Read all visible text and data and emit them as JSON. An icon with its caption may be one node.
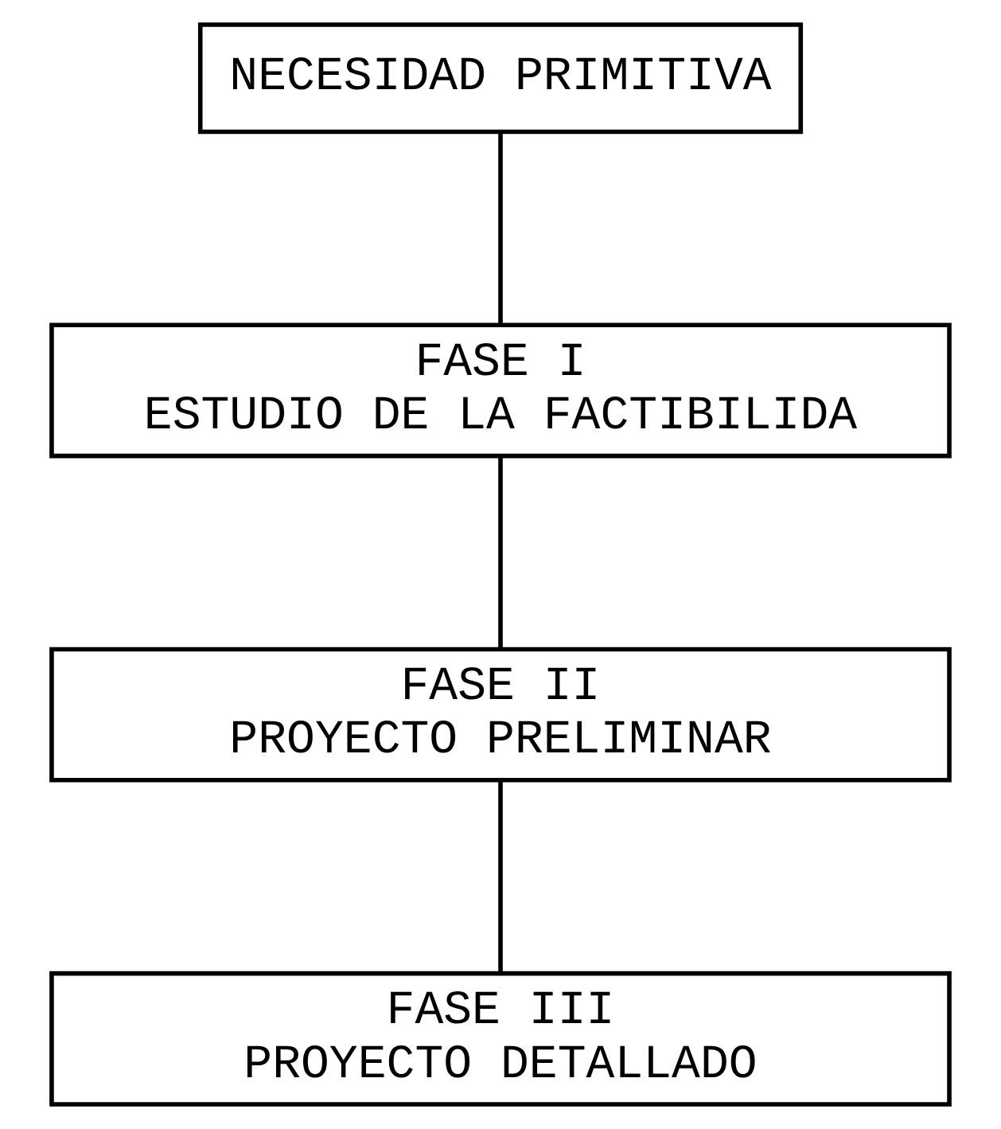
{
  "diagram": {
    "nodes": [
      {
        "text": [
          "NECESIDAD PRIMITIVA"
        ]
      },
      {
        "text": [
          "FASE I",
          "ESTUDIO DE LA FACTIBILIDA"
        ]
      },
      {
        "text": [
          "FASE II",
          "PROYECTO PRELIMINAR"
        ]
      },
      {
        "text": [
          "FASE III",
          "PROYECTO DETALLADO"
        ]
      }
    ],
    "edges": [
      {
        "from": 0,
        "to": 1,
        "arrow": "none"
      },
      {
        "from": 1,
        "to": 2,
        "arrow": "none"
      },
      {
        "from": 2,
        "to": 3,
        "arrow": "none"
      }
    ]
  }
}
